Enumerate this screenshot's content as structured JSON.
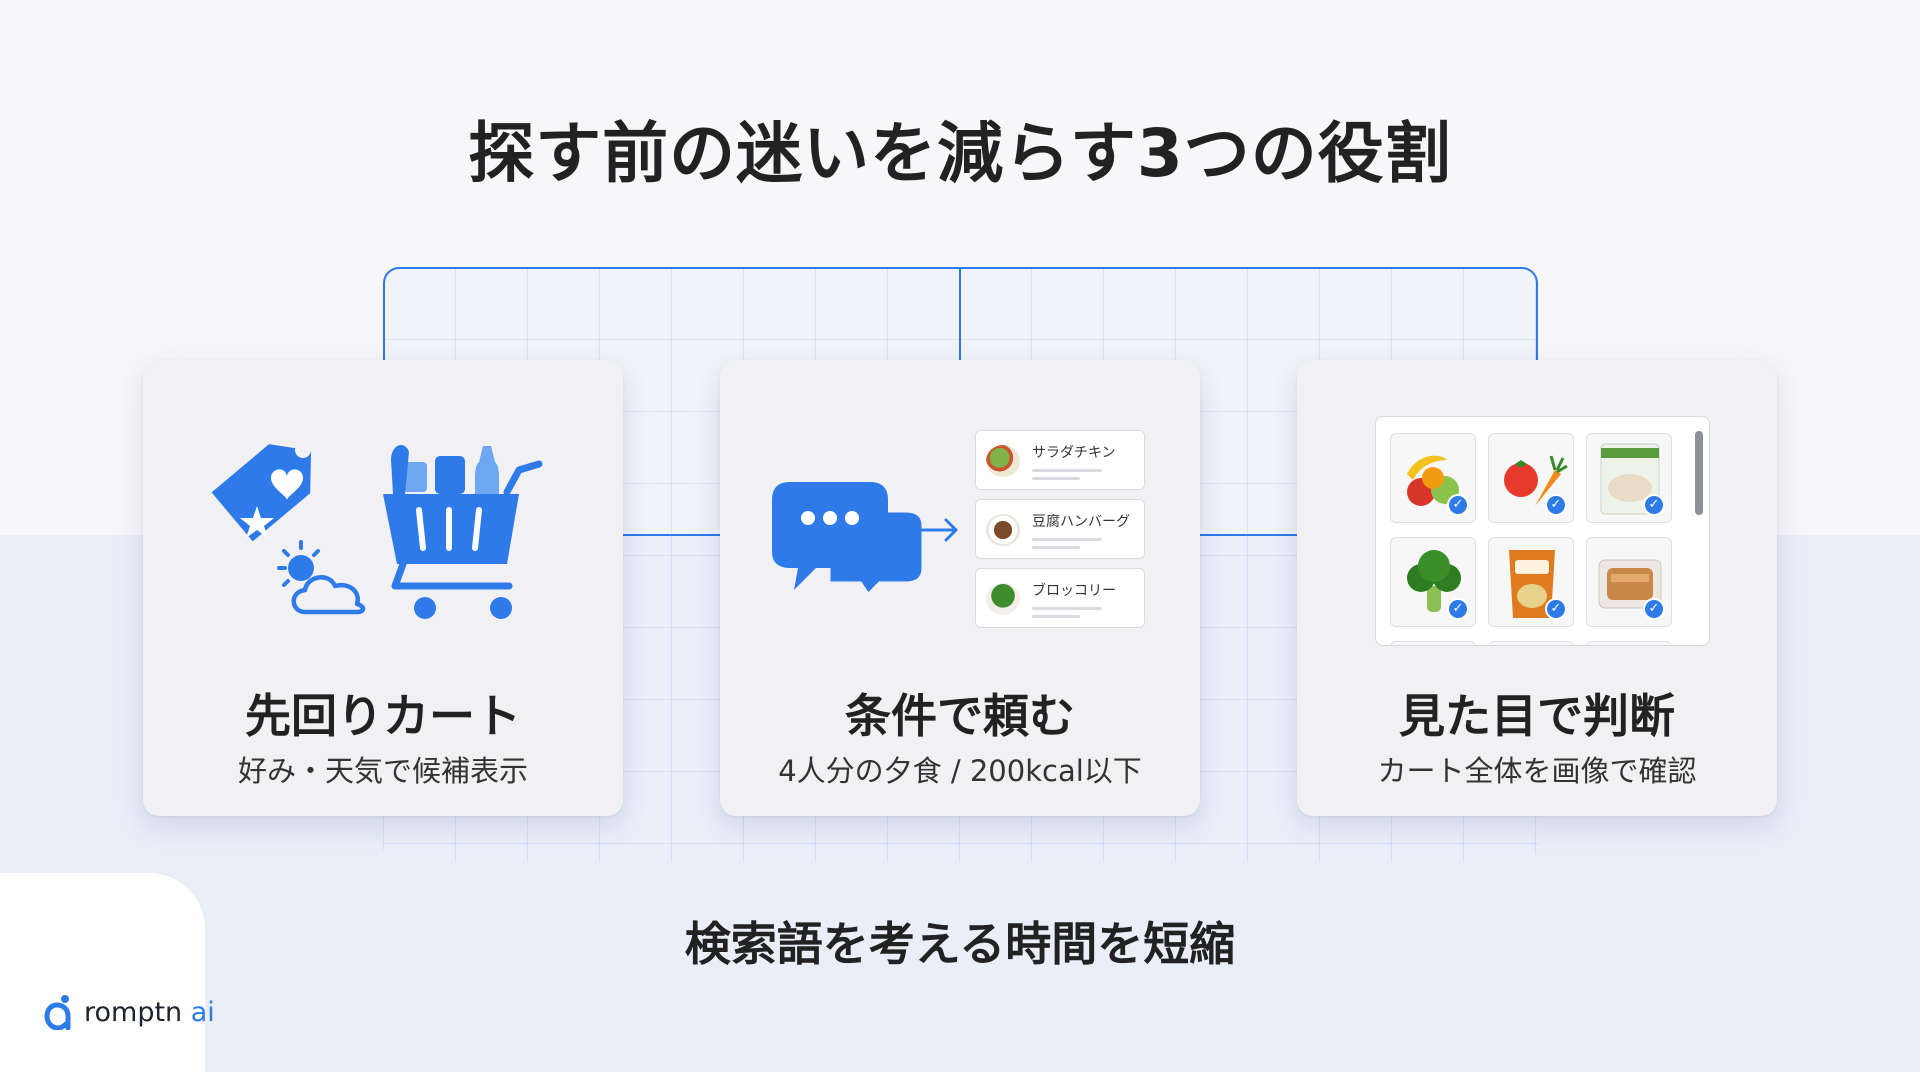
{
  "slide": {
    "title": "探す前の迷いを減らす3つの役割",
    "footer": "検索語を考える時間を短縮"
  },
  "cards": [
    {
      "title": "先回りカート",
      "subtitle": "好み・天気で候補表示",
      "icons": [
        "tag-heart-star-icon",
        "sun-cloud-icon",
        "shopping-cart-icon"
      ]
    },
    {
      "title": "条件で頼む",
      "subtitle": "4人分の夕食 / 200kcal以下",
      "icons": [
        "chat-bubbles-icon",
        "arrow-right-icon"
      ],
      "list_items": [
        "サラダチキン",
        "豆腐ハンバーグ",
        "ブロッコリー"
      ]
    },
    {
      "title": "見た目で判断",
      "subtitle": "カート全体を画像で確認",
      "icons": [
        "fruit-icon",
        "tomato-carrot-icon",
        "salad-chicken-pack-icon",
        "broccoli-icon",
        "snack-bag-icon",
        "bread-pack-icon",
        "check-icon"
      ]
    }
  ],
  "logo": {
    "brand": "romptn ",
    "accent": "ai"
  },
  "colors": {
    "accent": "#2d7ae8",
    "background": "#f7f7f9",
    "band": "#e9eef9",
    "card": "#f1f1f3"
  }
}
